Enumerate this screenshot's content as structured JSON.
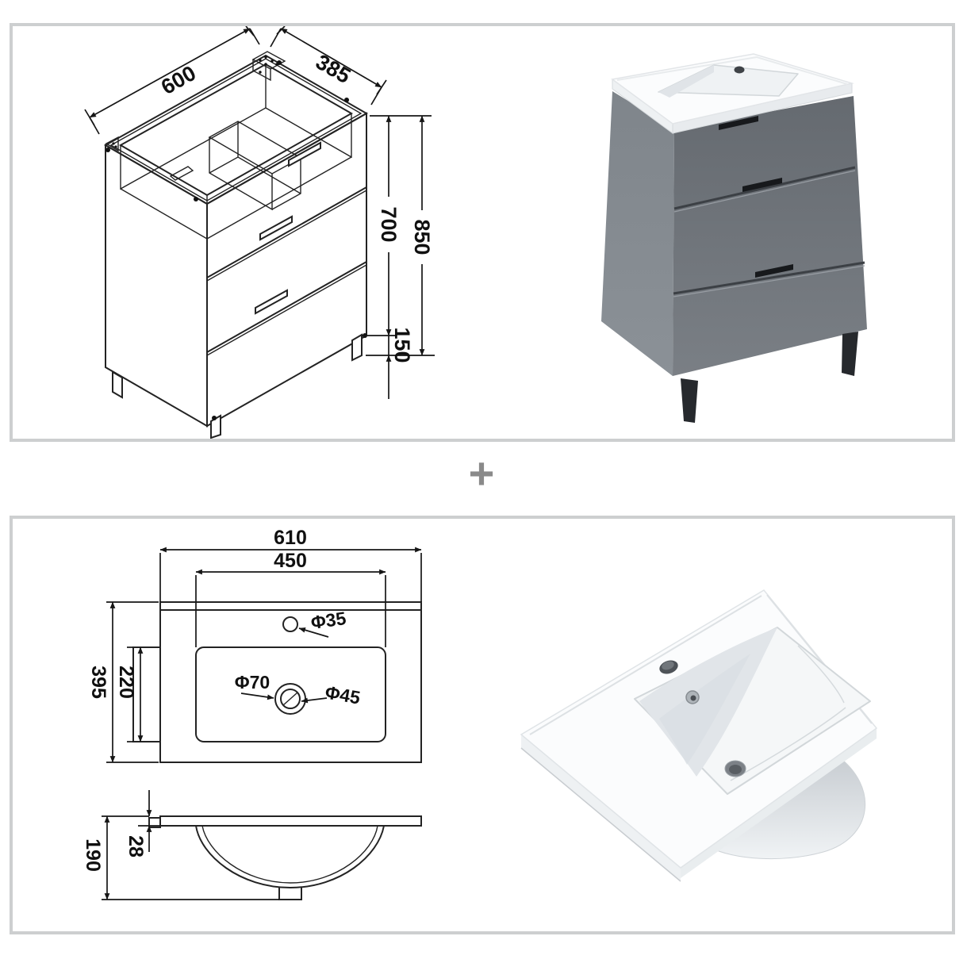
{
  "page": {
    "background": "#ffffff",
    "panel_border_color": "#cdcfd0"
  },
  "divider": {
    "symbol": "+"
  },
  "vanity_panel": {
    "drawing": {
      "width": "600",
      "depth": "385",
      "body_height": "700",
      "total_height": "850",
      "leg_height": "150"
    },
    "photo": {
      "front_color": "#70757b",
      "side_color": "#868c92",
      "top_color": "#fbfcfd",
      "handle_color": "#17191c",
      "leg_color": "#26292d"
    }
  },
  "basin_panel": {
    "drawing": {
      "outer_width": "610",
      "bowl_width": "450",
      "outer_depth": "395",
      "bowl_depth": "220",
      "tap_hole": "Φ35",
      "waste_outer": "Φ70",
      "waste_inner": "Φ45",
      "total_height": "190",
      "rim_thickness": "28"
    },
    "photo": {
      "ceramic_color": "#fbfcfd",
      "shading_color": "#e1e5e9"
    }
  }
}
